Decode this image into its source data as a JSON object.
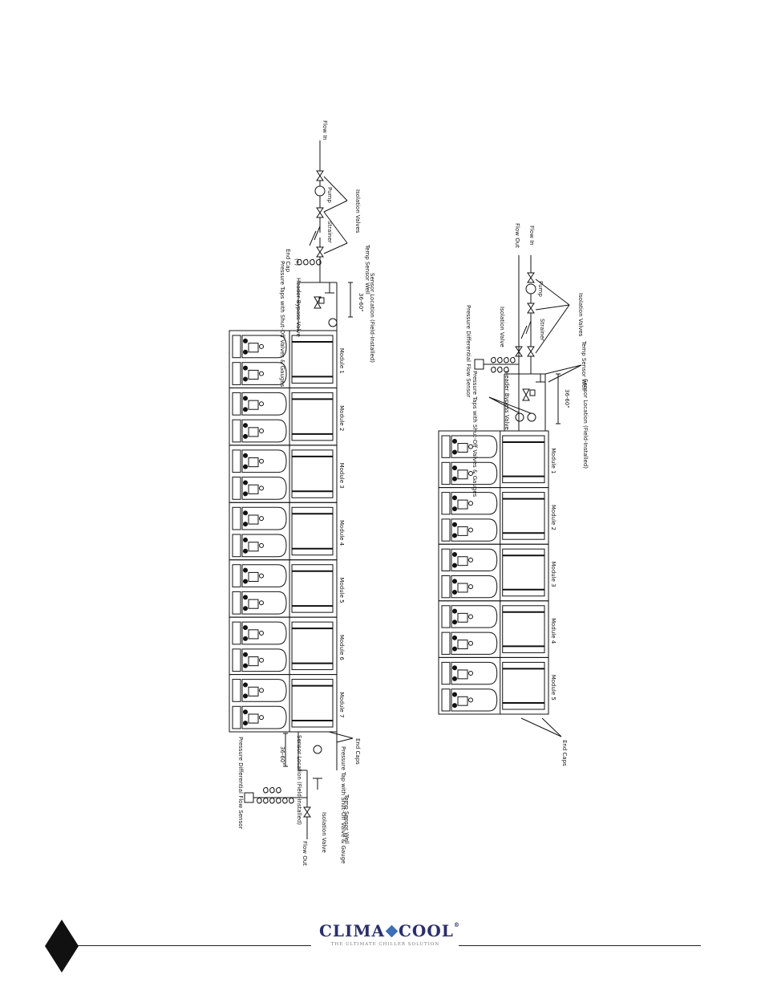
{
  "left_diagram": {
    "modules": [
      "Module 1",
      "Module 2",
      "Module 3",
      "Module 4",
      "Module 5",
      "Module 6",
      "Module 7"
    ],
    "flow_in": "Flow In",
    "flow_out": "Flow Out",
    "pump": "Pump",
    "strainer": "Strainer",
    "isolation_valves": "Isolation Valves",
    "end_cap": "End Cap",
    "asterisk": "(*)",
    "header_bypass_valve": "Header Bypass Valve",
    "pressure_taps": "Pressure Taps with Shut-Off Valves & Gauges",
    "temp_sensor_well": "Temp Sensor Well",
    "sensor_location": "Sensor Location (Field-Installed)",
    "sensor_distance": "36-60\"",
    "end_caps": "End Caps",
    "pressure_tap_single": "Pressure Tap with Shut-Off Valve & Gauge",
    "temp_sensor_well_out": "Temp Sensor Well",
    "isolation_valve": "Isolation Valve",
    "diff_flow_sensor": "Pressure Differential Flow Sensor",
    "sensor_location_out": "Sensor Location (Field-Installed)",
    "sensor_distance_out": "36-60\""
  },
  "right_diagram": {
    "modules": [
      "Module 1",
      "Module 2",
      "Module 3",
      "Module 4",
      "Module 5"
    ],
    "flow_in": "Flow In",
    "flow_out": "Flow Out",
    "pump": "Pump",
    "strainer": "Strainer",
    "isolation_valves": "Isolation Valves",
    "isolation_valve": "Isolation Valve",
    "diff_flow_sensor": "Pressure Differential Flow Sensor",
    "temp_sensor_well": "Temp Sensor Well",
    "sensor_location": "Sensor Location (Field-Installed)",
    "sensor_distance": "36-60\"",
    "header_bypass_valve": "Header Bypass Valve",
    "pressure_taps": "Pressure Taps with Shut-Off Valves & Gauges",
    "end_caps": "End Caps"
  },
  "footer": {
    "logo_left": "CLIMA",
    "logo_right": "COOL",
    "registered": "®",
    "tagline": "THE ULTIMATE CHILLER SOLUTION"
  },
  "colors": {
    "line": "#111111",
    "logo_text": "#2a2f6b",
    "logo_diamond": "#3b6fb6"
  }
}
